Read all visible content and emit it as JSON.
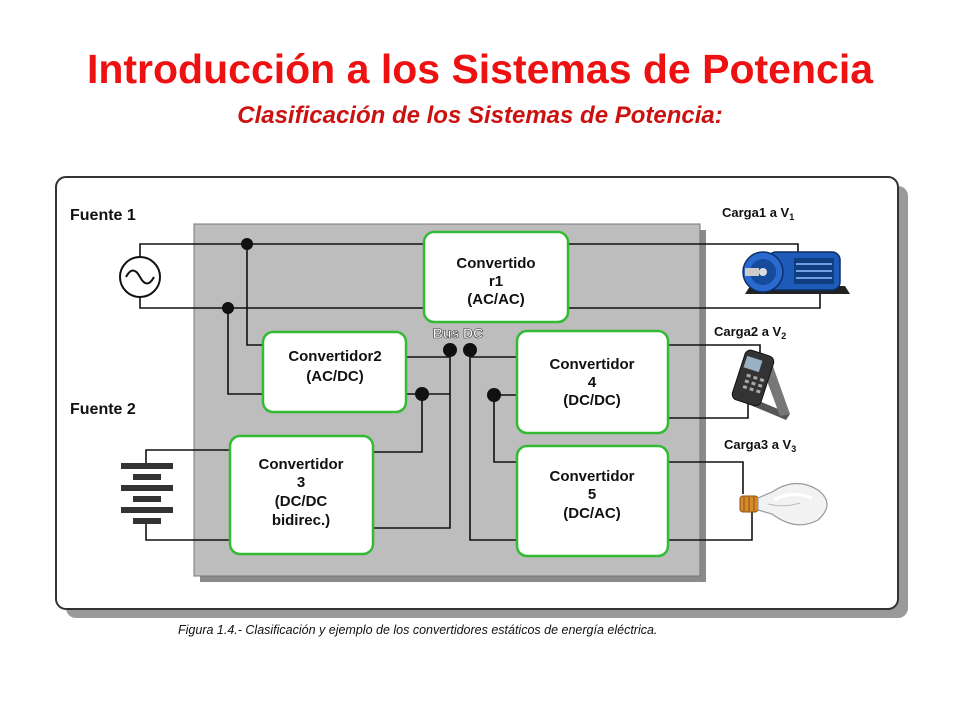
{
  "title": "Introducción a los Sistemas de Potencia",
  "subtitle": "Clasificación de los Sistemas de Potencia:",
  "sources": {
    "fuente1": "Fuente 1",
    "fuente2": "Fuente 2"
  },
  "loads": {
    "carga1": {
      "text": "Carga1 a V",
      "sub": "1"
    },
    "carga2": {
      "text": "Carga2 a V",
      "sub": "2"
    },
    "carga3": {
      "text": "Carga3 a V",
      "sub": "3"
    }
  },
  "bus_label": "Bus DC",
  "converters": {
    "c1": [
      "Convertido",
      "r1",
      "(AC/AC)"
    ],
    "c2": [
      "Convertidor2",
      "(AC/DC)"
    ],
    "c3": [
      "Convertidor",
      "3",
      "(DC/DC",
      "bidirec.)"
    ],
    "c4": [
      "Convertidor",
      "4",
      "(DC/DC)"
    ],
    "c5": [
      "Convertidor",
      "5",
      "(DC/AC)"
    ]
  },
  "caption": "Figura 1.4.- Clasificación y ejemplo de los convertidores estáticos de energía eléctrica.",
  "colors": {
    "title": "#ee1111",
    "converter_border": "#33bb33",
    "panel": "#bdbdbd"
  }
}
